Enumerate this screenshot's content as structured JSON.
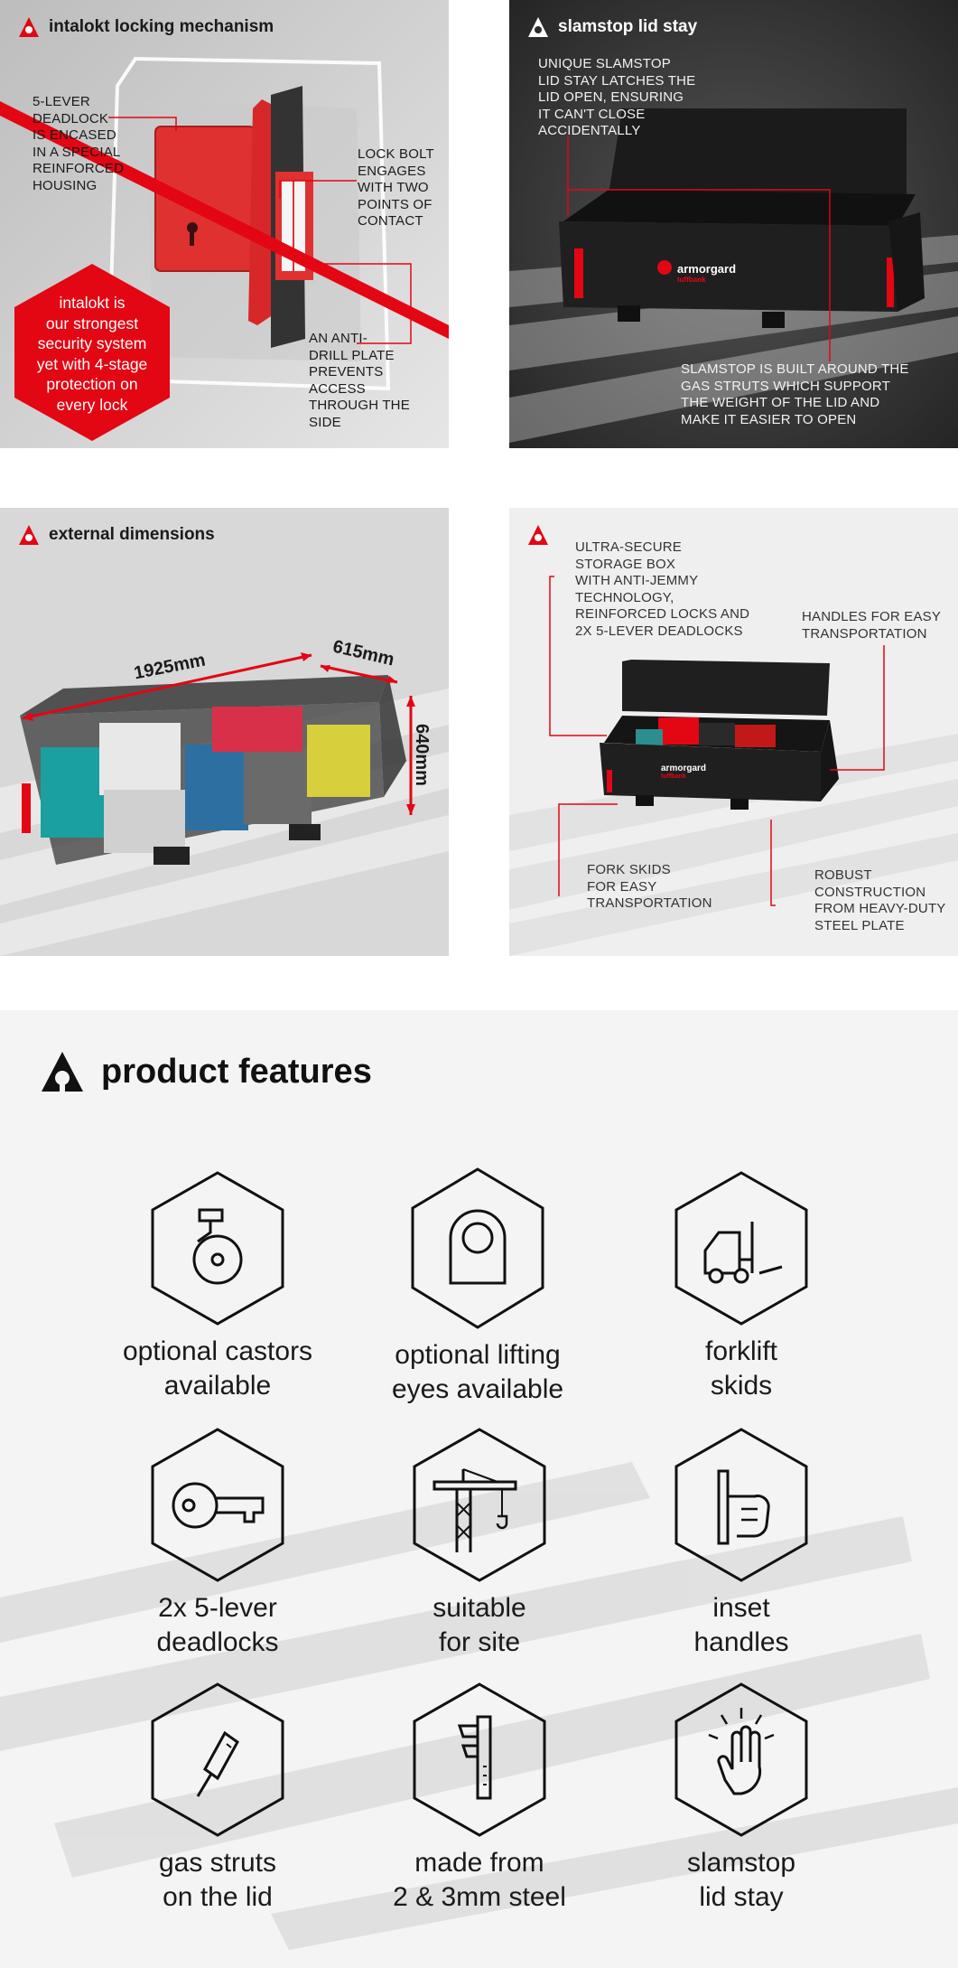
{
  "panels": {
    "intalokt": {
      "title": "intalokt locking mechanism",
      "ann_deadlock": "5-LEVER\nDEADLOCK\nIS ENCASED\nIN A SPECIAL\nREINFORCED\nHOUSING",
      "ann_bolt": "LOCK BOLT\nENGAGES\nWITH TWO\nPOINTS OF\nCONTACT",
      "ann_plate": "AN ANTI-\nDRILL PLATE\nPREVENTS\nACCESS\nTHROUGH THE\nSIDE",
      "badge_text": "intalokt is\nour strongest\nsecurity system\nyet with 4-stage\nprotection on\nevery lock"
    },
    "slamstop": {
      "title": "slamstop lid stay",
      "ann_top": "UNIQUE SLAMSTOP\nLID STAY LATCHES THE\nLID OPEN, ENSURING\nIT CAN'T CLOSE\nACCIDENTALLY",
      "ann_bottom": "SLAMSTOP IS BUILT AROUND THE\nGAS STRUTS WHICH SUPPORT\nTHE WEIGHT OF THE LID AND\nMAKE IT EASIER TO OPEN",
      "brand": "armorgard",
      "brand_sub": "tuffbank"
    },
    "dimensions": {
      "title": "external dimensions",
      "length": "1925mm",
      "depth": "615mm",
      "height": "640mm"
    },
    "overview": {
      "ann_secure": "ULTRA-SECURE\nSTORAGE BOX\nWITH ANTI-JEMMY\nTECHNOLOGY,\nREINFORCED LOCKS AND\n2X 5-LEVER DEADLOCKS",
      "ann_handles": "HANDLES FOR EASY\nTRANSPORTATION",
      "ann_fork": "FORK SKIDS\nFOR EASY\nTRANSPORTATION",
      "ann_robust": "ROBUST\nCONSTRUCTION\nFROM HEAVY-DUTY\nSTEEL PLATE",
      "brand": "armorgard",
      "brand_sub": "tuffbank"
    }
  },
  "features": {
    "title": "product features",
    "items": [
      {
        "label": "optional castors\navailable",
        "icon": "castor-icon"
      },
      {
        "label": "optional lifting\neyes available",
        "icon": "lifting-eye-icon"
      },
      {
        "label": "forklift\nskids",
        "icon": "forklift-icon"
      },
      {
        "label": "2x 5-lever\ndeadlocks",
        "icon": "key-icon"
      },
      {
        "label": "suitable\nfor site",
        "icon": "crane-icon"
      },
      {
        "label": "inset\nhandles",
        "icon": "hand-handle-icon"
      },
      {
        "label": "gas struts\non the lid",
        "icon": "gas-strut-icon"
      },
      {
        "label": "made from\n2 & 3mm steel",
        "icon": "caliper-icon"
      },
      {
        "label": "slamstop\nlid stay",
        "icon": "slam-hand-icon"
      }
    ]
  },
  "colors": {
    "accent": "#e30613",
    "dark": "#1a1a1a",
    "panel_dark": "#2b2b2b",
    "panel_light": "#dcdcdc"
  }
}
